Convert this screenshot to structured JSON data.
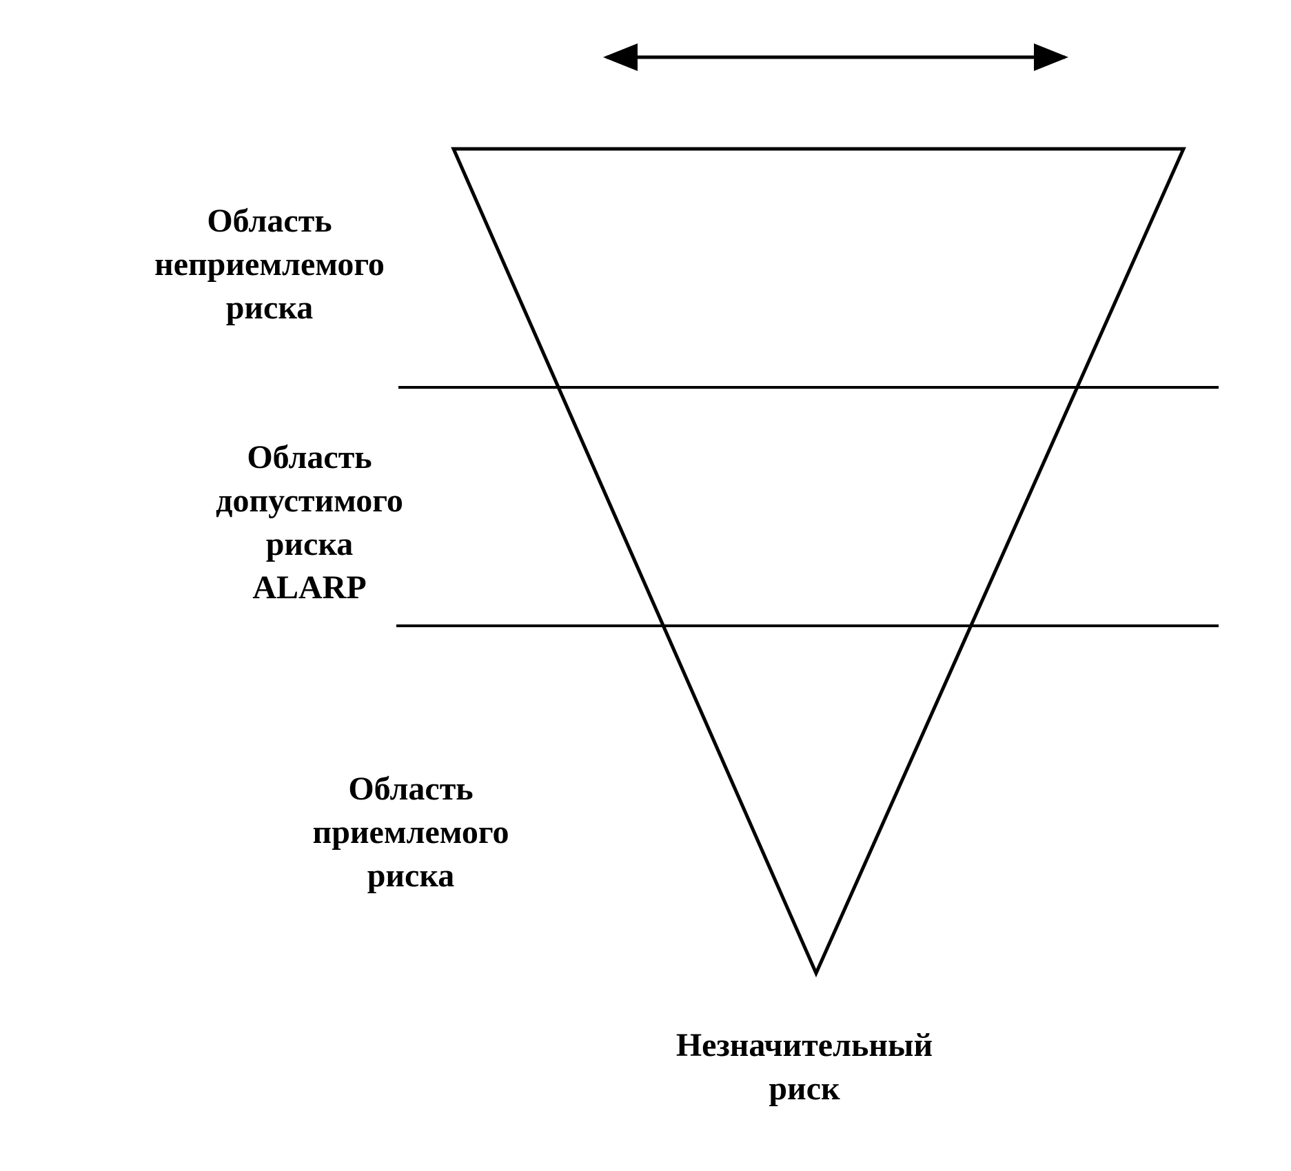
{
  "diagram": {
    "regions": {
      "unacceptable": {
        "line1": "Область",
        "line2": "неприемлемого",
        "line3": "риска"
      },
      "tolerable": {
        "line1": "Область",
        "line2": "допустимого",
        "line3": "риска",
        "line4": "ALARP"
      },
      "acceptable": {
        "line1": "Область",
        "line2": "приемлемого",
        "line3": "риска"
      }
    },
    "apex_label": {
      "line1": "Незначительный",
      "line2": "риск"
    }
  }
}
